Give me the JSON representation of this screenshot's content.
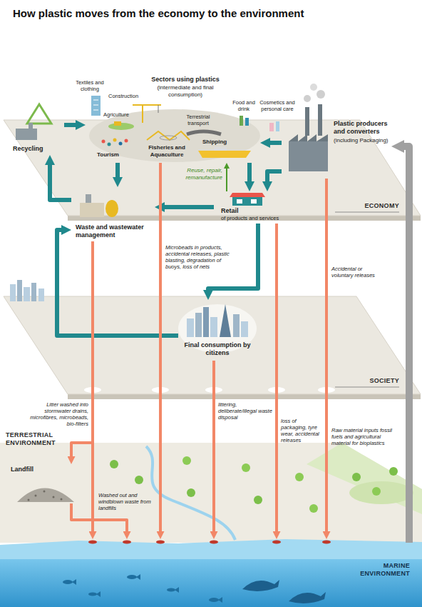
{
  "diagram": {
    "title": "How plastic moves from the economy to the environment",
    "nodes": [
      {
        "text": [
          "ECONOMY"
        ]
      },
      {
        "text": [
          "Sectors using plastics",
          "(intermediate and final consumption)"
        ],
        "in": 0
      },
      {
        "text": [
          "Recycling"
        ],
        "in": 0
      },
      {
        "text": [
          "Plastic producers and converters",
          "(including Packaging)"
        ],
        "in": 0
      },
      {
        "text": [
          "Retail",
          "of products and services"
        ],
        "in": 0
      },
      {
        "text": [
          "Waste and wastewater management"
        ],
        "in": 0
      },
      {
        "text": [
          "SOCIETY"
        ]
      },
      {
        "text": [
          "Final consumption by citizens"
        ],
        "in": 6
      },
      {
        "text": [
          "TERRESTRIAL ENVIRONMENT"
        ]
      },
      {
        "text": [
          "Landfill"
        ],
        "in": 8
      },
      {
        "text": [
          "MARINE ENVIRONMENT"
        ]
      }
    ],
    "edges": [
      {
        "from": 3,
        "to": 1,
        "arrow": "to"
      },
      {
        "from": 3,
        "to": 4,
        "arrow": "to"
      },
      {
        "from": 1,
        "to": 4,
        "arrow": "to"
      },
      {
        "from": 4,
        "to": 1,
        "arrow": "to",
        "label": "Reuse, repair, remanufacture"
      },
      {
        "from": 1,
        "to": 5,
        "arrow": "to"
      },
      {
        "from": 4,
        "to": 5,
        "arrow": "to"
      },
      {
        "from": 5,
        "to": 2,
        "arrow": "to"
      },
      {
        "from": 2,
        "to": 1,
        "arrow": "to"
      },
      {
        "from": 4,
        "to": 7,
        "arrow": "to"
      },
      {
        "from": 7,
        "to": 5,
        "arrow": "to"
      },
      {
        "from": 5,
        "to": 10,
        "arrow": "to",
        "label": "Litter washed into stormwater drains, microfibres, microbeads, bio-filters"
      },
      {
        "from": 5,
        "to": 9,
        "arrow": "to"
      },
      {
        "from": 9,
        "to": 10,
        "arrow": "to",
        "label": "Washed out and windblown waste from landfills"
      },
      {
        "from": 1,
        "to": 10,
        "arrow": "to",
        "label": "Microbeads in products, accidental releases, plastic blasting, degradation of buoys, loss of nets"
      },
      {
        "from": 7,
        "to": 10,
        "arrow": "to",
        "label": "littering, deliberate/illegal waste disposal"
      },
      {
        "from": 4,
        "to": 10,
        "arrow": "to",
        "label": "loss of packaging, tyre wear, accidental releases"
      },
      {
        "from": 3,
        "to": 10,
        "arrow": "to",
        "label": "Accidental or voluntary releases"
      },
      {
        "from": 8,
        "to": 3,
        "arrow": "to",
        "label": "Raw material inputs fossil fuels and agricultural material for bioplastics"
      }
    ],
    "labels": [
      "Textiles and clothing",
      "Construction",
      "Agriculture",
      "Terrestrial transport",
      "Food and drink",
      "Cosmetics and personal care",
      "Tourism",
      "Fisheries and Aquaculture",
      "Shipping"
    ]
  }
}
